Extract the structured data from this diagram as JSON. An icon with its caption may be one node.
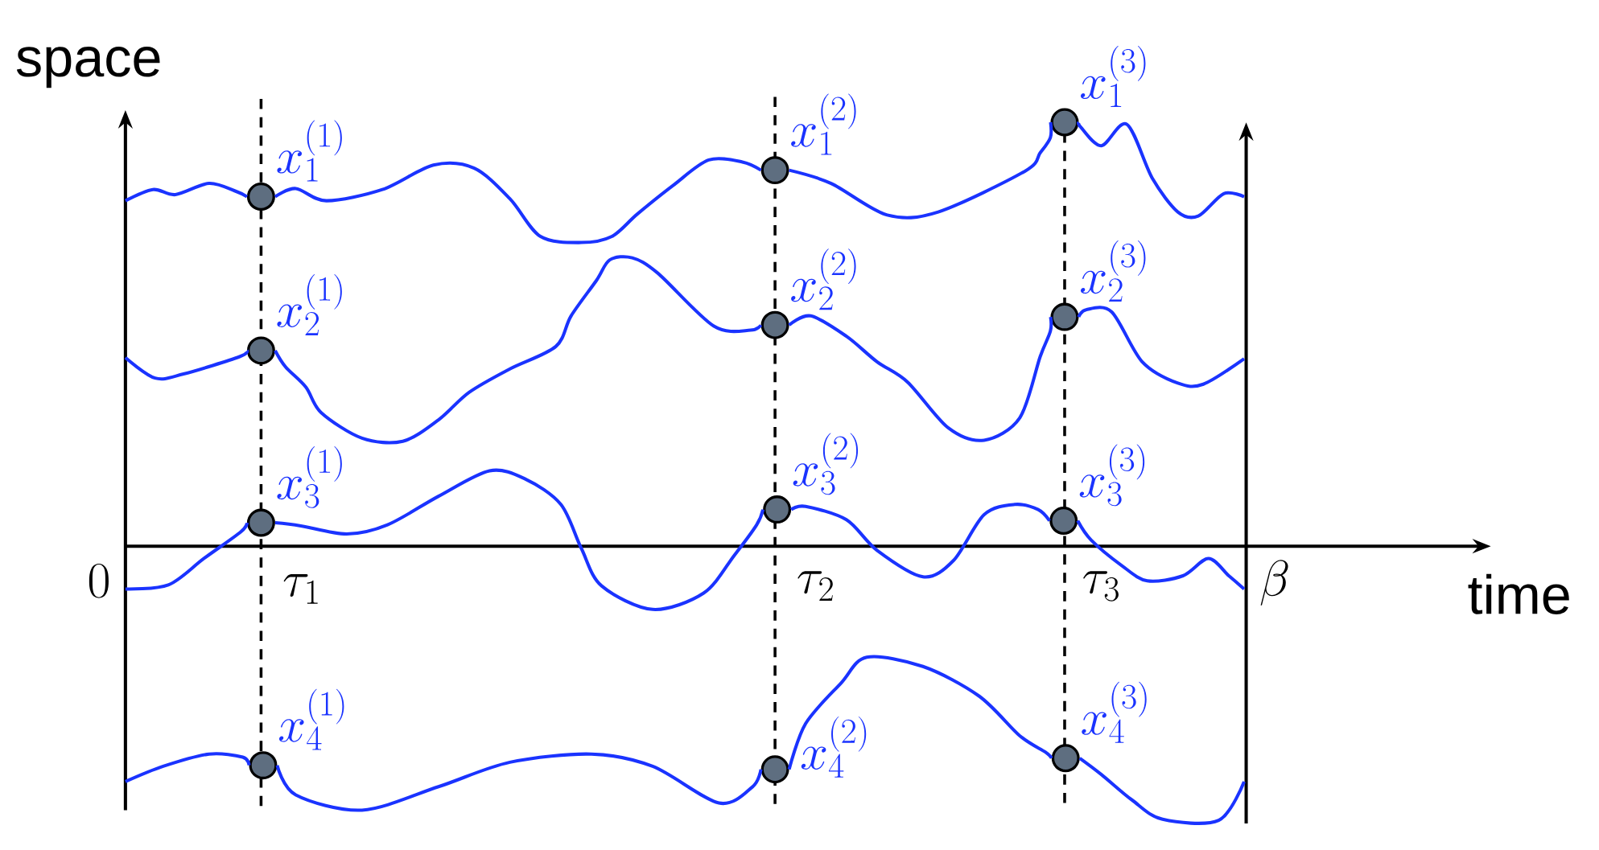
{
  "diagram": {
    "nodes": [
      {
        "text": [],
        "shape": "circle",
        "beside": [
          "x_1^{(1)}"
        ]
      },
      {
        "text": [],
        "shape": "circle",
        "beside": [
          "x_1^{(2)}"
        ]
      },
      {
        "text": [],
        "shape": "circle",
        "beside": [
          "x_1^{(3)}"
        ]
      },
      {
        "text": [],
        "shape": "circle",
        "beside": [
          "x_2^{(1)}"
        ]
      },
      {
        "text": [],
        "shape": "circle",
        "beside": [
          "x_2^{(2)}"
        ]
      },
      {
        "text": [],
        "shape": "circle",
        "beside": [
          "x_2^{(3)}"
        ]
      },
      {
        "text": [],
        "shape": "circle",
        "beside": [
          "x_3^{(1)}"
        ]
      },
      {
        "text": [],
        "shape": "circle",
        "beside": [
          "x_3^{(2)}"
        ]
      },
      {
        "text": [],
        "shape": "circle",
        "beside": [
          "x_3^{(3)}"
        ]
      },
      {
        "text": [],
        "shape": "circle",
        "beside": [
          "x_4^{(1)}"
        ]
      },
      {
        "text": [],
        "shape": "circle",
        "beside": [
          "x_4^{(2)}"
        ]
      },
      {
        "text": [],
        "shape": "circle",
        "beside": [
          "x_4^{(3)}"
        ]
      }
    ],
    "edges": [
      {
        "from": null,
        "to": 0,
        "arrow": "none"
      },
      {
        "from": 0,
        "to": 1,
        "arrow": "none"
      },
      {
        "from": 1,
        "to": 2,
        "arrow": "none"
      },
      {
        "from": 2,
        "to": null,
        "arrow": "none"
      },
      {
        "from": null,
        "to": 3,
        "arrow": "none"
      },
      {
        "from": 3,
        "to": 4,
        "arrow": "none"
      },
      {
        "from": 4,
        "to": 5,
        "arrow": "none"
      },
      {
        "from": 5,
        "to": null,
        "arrow": "none"
      },
      {
        "from": null,
        "to": 6,
        "arrow": "none"
      },
      {
        "from": 6,
        "to": 7,
        "arrow": "none"
      },
      {
        "from": 7,
        "to": 8,
        "arrow": "none"
      },
      {
        "from": 8,
        "to": null,
        "arrow": "none"
      },
      {
        "from": null,
        "to": 9,
        "arrow": "none"
      },
      {
        "from": 9,
        "to": 10,
        "arrow": "none"
      },
      {
        "from": 10,
        "to": 11,
        "arrow": "none"
      },
      {
        "from": 11,
        "to": null,
        "arrow": "none"
      }
    ],
    "labels": [
      "space",
      "0",
      "\\tau_1",
      "\\tau_2",
      "\\tau_3",
      "\\beta",
      "time"
    ]
  }
}
